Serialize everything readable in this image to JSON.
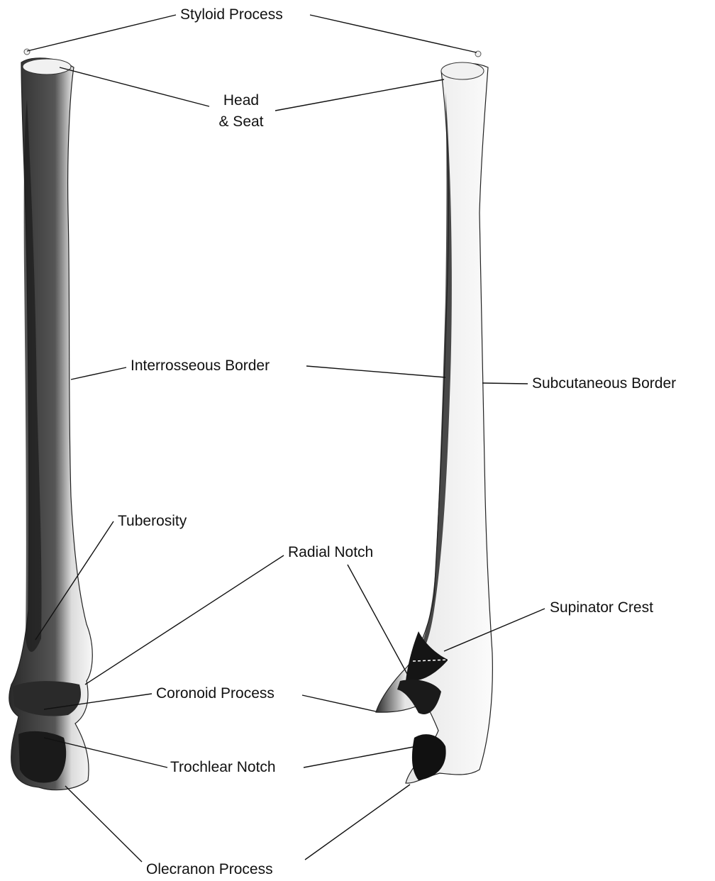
{
  "labels": {
    "styloid_process": "Styloid Process",
    "head_line1": "Head",
    "head_line2": "& Seat",
    "interrosseous_border": "Interrosseous Border",
    "subcutaneous_border": "Subcutaneous Border",
    "tuberosity": "Tuberosity",
    "radial_notch": "Radial Notch",
    "supinator_crest": "Supinator Crest",
    "coronoid_process": "Coronoid Process",
    "trochlear_notch": "Trochlear Notch",
    "olecranon_process": "Olecranon Process"
  },
  "colors": {
    "bone_light": "#f4f4f4",
    "bone_shadow": "#1a1a1a",
    "leader_line": "#111111"
  }
}
